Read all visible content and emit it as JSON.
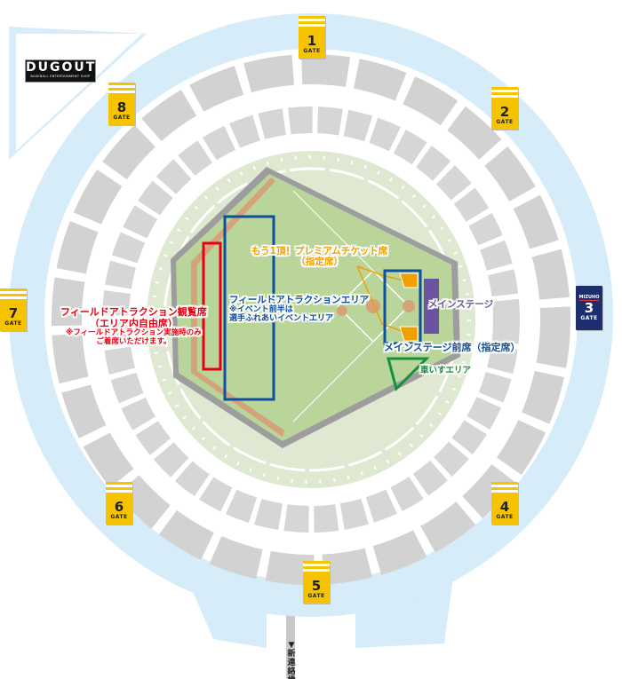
{
  "logo": {
    "title": "DUGOUT",
    "subtitle": "BASEBALL ENTERTAINMENT SHOP"
  },
  "gates": [
    {
      "number": "1",
      "label": "GATE"
    },
    {
      "number": "2",
      "label": "GATE"
    },
    {
      "number": "3",
      "label": "GATE",
      "brand": "MIZUHO"
    },
    {
      "number": "4",
      "label": "GATE"
    },
    {
      "number": "5",
      "label": "GATE"
    },
    {
      "number": "6",
      "label": "GATE"
    },
    {
      "number": "7",
      "label": "GATE"
    },
    {
      "number": "8",
      "label": "GATE"
    }
  ],
  "areas": {
    "field_attraction_seats": {
      "title": "フィールドアトラクション観覧席",
      "subtitle": "（エリア内自由席）",
      "note1": "※フィールドアトラクション実施時のみ",
      "note2": "ご着席いただけます。"
    },
    "field_attraction_area": {
      "title": "フィールドアトラクションエリア",
      "note1": "※イベント前半は",
      "note2": "選手ふれあいイベントエリア"
    },
    "premium": {
      "title": "もう1頂！プレミアムチケット席",
      "subtitle": "（指定席）"
    },
    "main_stage": {
      "title": "メインステージ"
    },
    "main_stage_front": {
      "title": "メインステージ前席（指定席）"
    },
    "wheelchair": {
      "title": "車いすエリア"
    }
  },
  "bridge": {
    "label": "▼新連絡橋"
  },
  "colors": {
    "ring": "#d6ecf8",
    "seat_block": "#d2d2d2",
    "stand_green": "#dfe9d2",
    "field": "#b9d59a",
    "gate": "#f6c300",
    "gate3": "#1d2e6e"
  }
}
